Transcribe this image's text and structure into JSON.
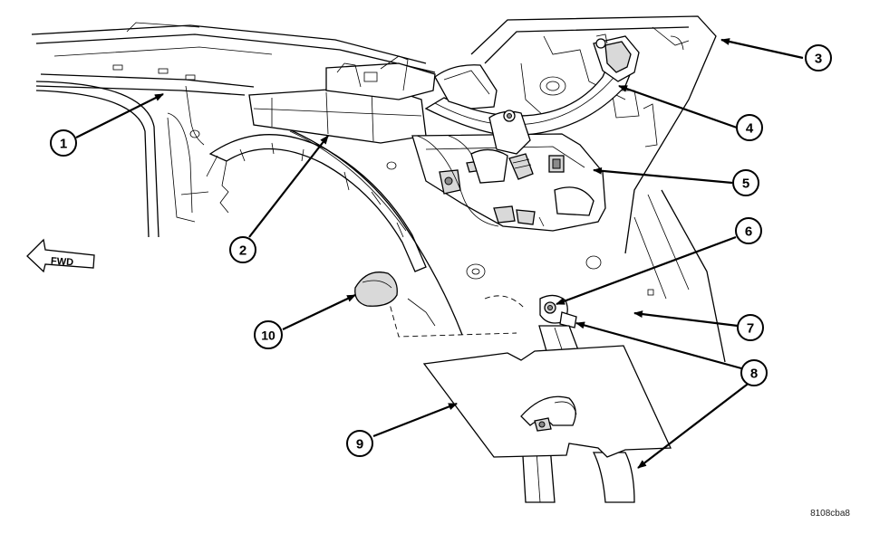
{
  "callouts": [
    {
      "number": "1"
    },
    {
      "number": "2"
    },
    {
      "number": "3"
    },
    {
      "number": "4"
    },
    {
      "number": "5"
    },
    {
      "number": "6"
    },
    {
      "number": "7"
    },
    {
      "number": "8"
    },
    {
      "number": "9"
    },
    {
      "number": "10"
    }
  ],
  "direction_label": "FWD",
  "figure_id": "8108cba8",
  "icons": {
    "forward_arrow": "forward-arrow-icon"
  }
}
